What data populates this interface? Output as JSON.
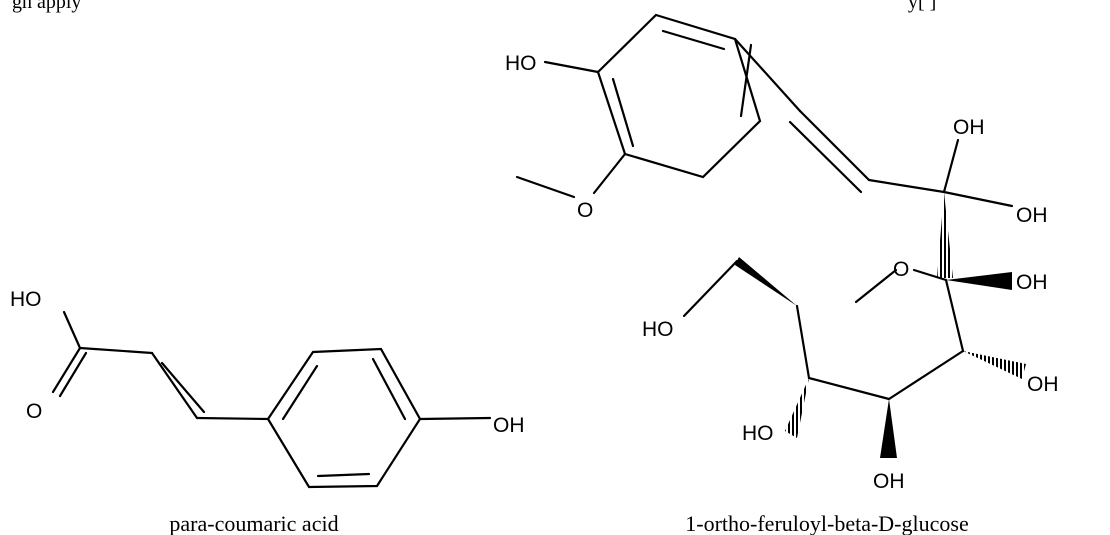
{
  "header": {
    "left_fragment": "gh         apply",
    "right_fragment": "y[  ]"
  },
  "molecules": [
    {
      "caption": "para-coumaric acid",
      "atoms": {
        "ho_acid": "HO",
        "o_carbonyl": "O",
        "oh_phenol": "OH"
      }
    },
    {
      "caption": "1-ortho-feruloyl-beta-D-glucose",
      "atoms": {
        "ho_phenol": "HO",
        "o_methoxy": "O",
        "oh_gem_1": "OH",
        "oh_gem_2": "OH",
        "o_ring": "O",
        "oh_anomeric": "OH",
        "ho_ch2": "HO",
        "oh_c2": "OH",
        "ho_c4": "HO",
        "oh_c3": "OH"
      }
    }
  ]
}
